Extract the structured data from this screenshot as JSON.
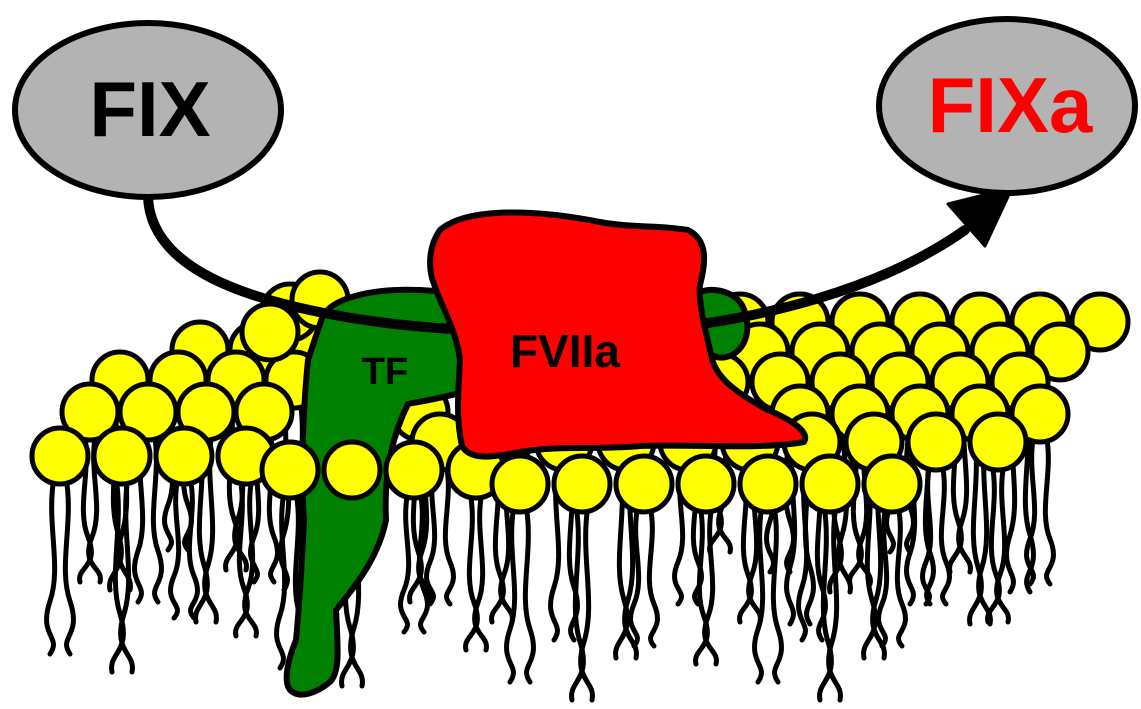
{
  "labels": {
    "substrate": "FIX",
    "product": "FIXa",
    "enzyme": "FVIIa",
    "cofactor": "TF"
  },
  "colors": {
    "substrate_fill": "#b3b3b3",
    "product_text": "#ff0000",
    "enzyme_fill": "#ff0000",
    "cofactor_fill": "#008000",
    "lipid_head": "#ffff00",
    "outline": "#000000"
  }
}
